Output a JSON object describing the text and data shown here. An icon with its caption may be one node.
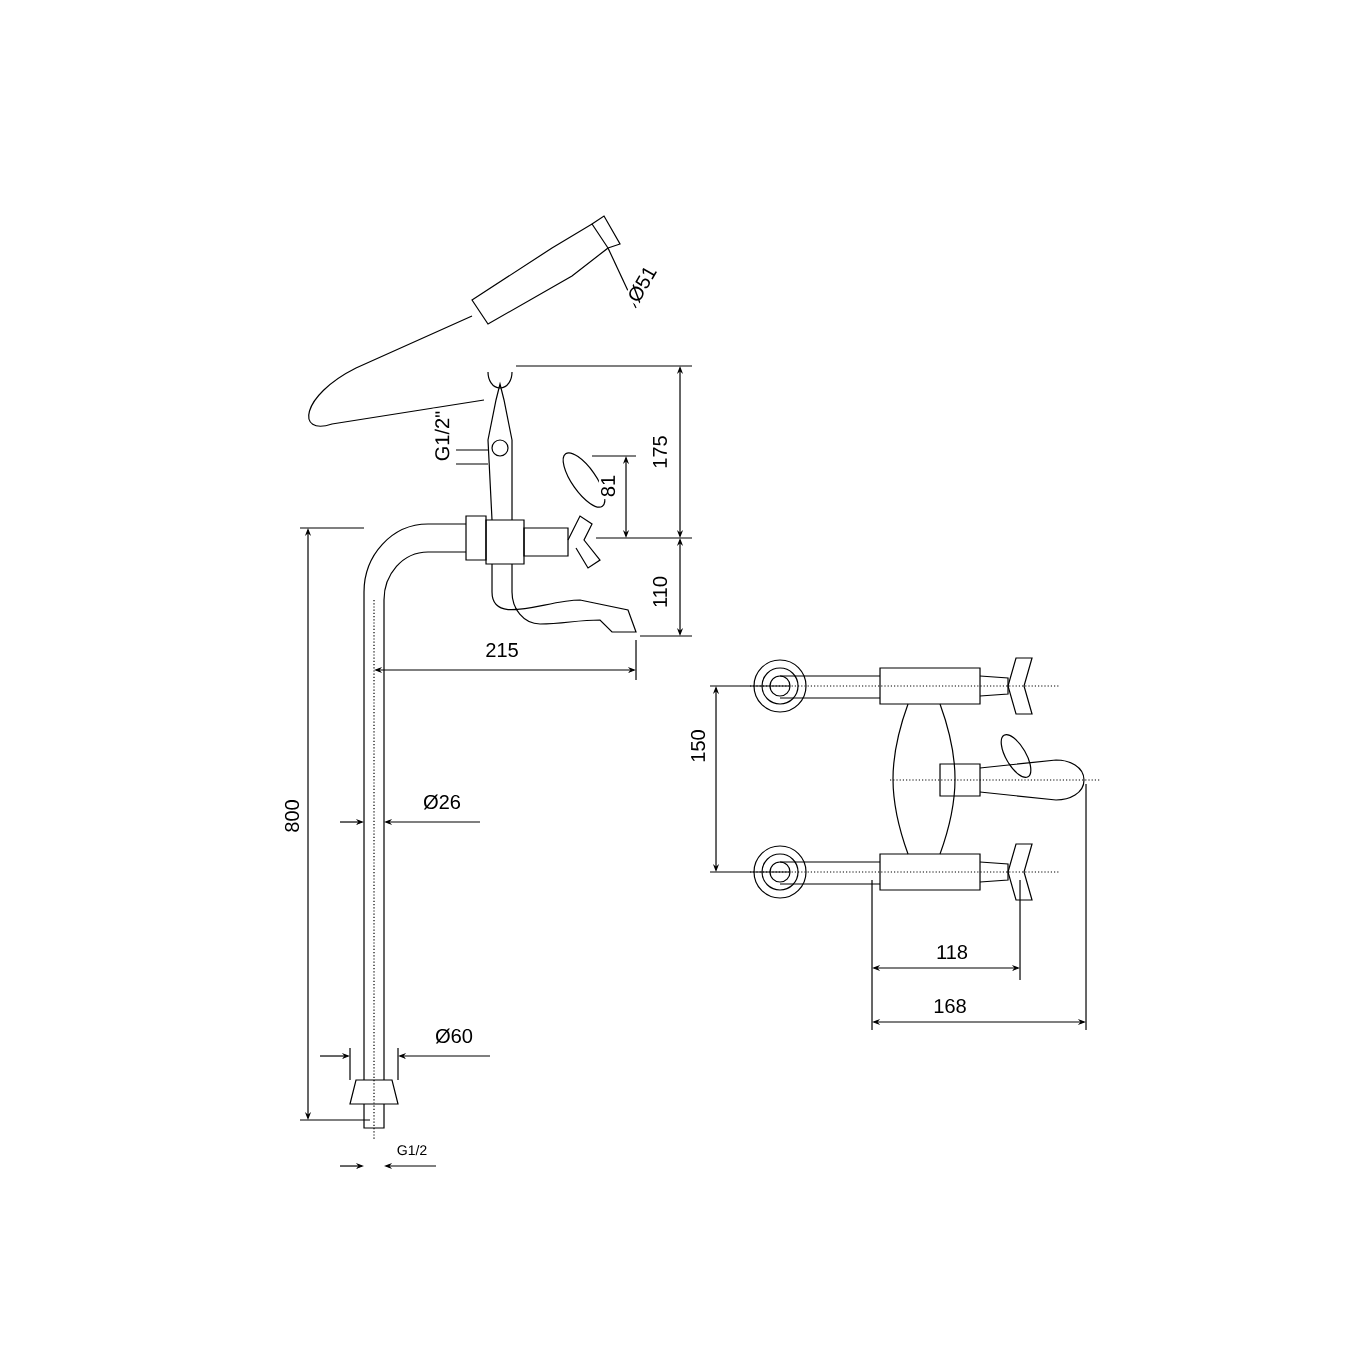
{
  "diagram": {
    "labels": [
      "Ø51",
      "G1/2\"",
      "175",
      "81",
      "110",
      "215",
      "150",
      "800",
      "Ø26",
      "118",
      "168",
      "Ø60",
      "G1/2"
    ]
  }
}
